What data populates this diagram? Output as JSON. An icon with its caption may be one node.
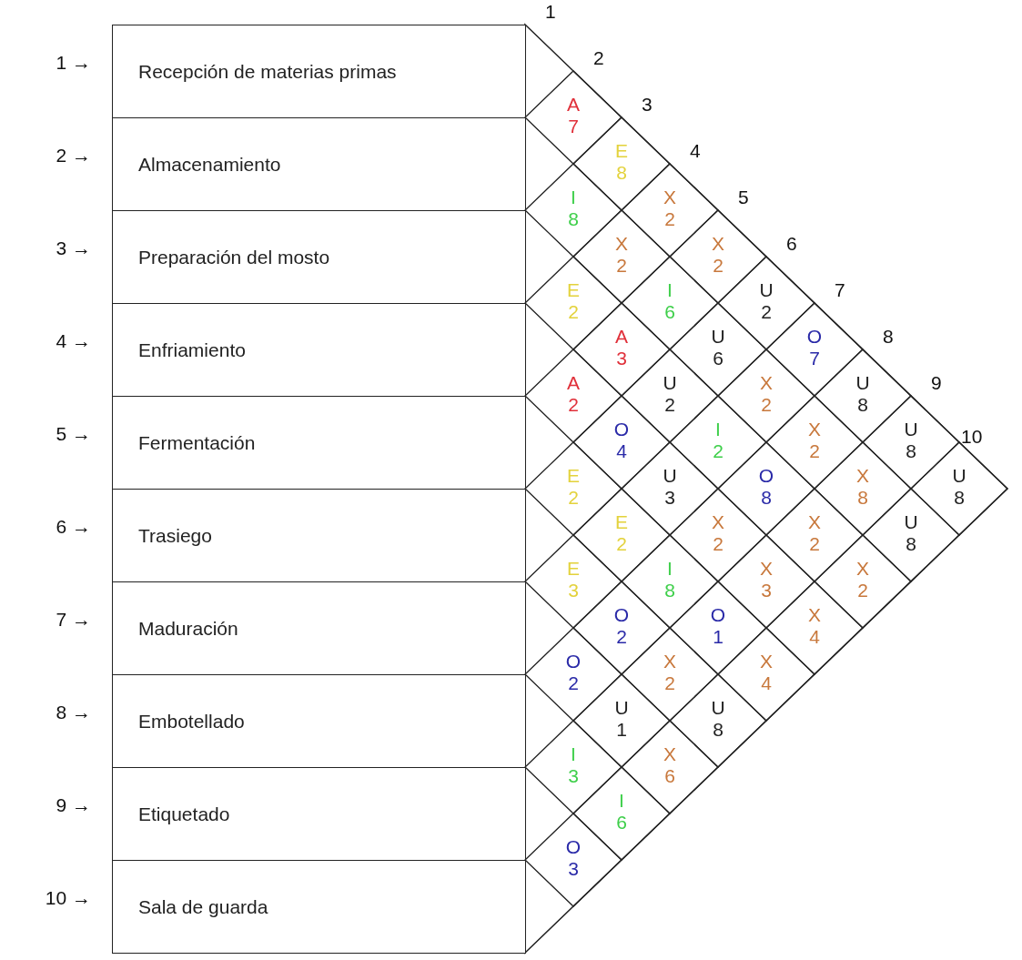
{
  "diagram": {
    "nodes": [
      {
        "text": [
          "Recepción de materias primas"
        ]
      },
      {
        "text": [
          "Almacenamiento"
        ]
      },
      {
        "text": [
          "Preparación del mosto"
        ]
      },
      {
        "text": [
          "Enfriamiento"
        ]
      },
      {
        "text": [
          "Fermentación"
        ]
      },
      {
        "text": [
          "Trasiego"
        ]
      },
      {
        "text": [
          "Maduración"
        ]
      },
      {
        "text": [
          "Embotellado"
        ]
      },
      {
        "text": [
          "Etiquetado"
        ]
      },
      {
        "text": [
          "Sala de guarda"
        ]
      },
      {
        "text": [
          "A",
          "7"
        ]
      },
      {
        "text": [
          "E",
          "8"
        ]
      },
      {
        "text": [
          "X",
          "2"
        ]
      },
      {
        "text": [
          "X",
          "2"
        ]
      },
      {
        "text": [
          "U",
          "2"
        ]
      },
      {
        "text": [
          "O",
          "7"
        ]
      },
      {
        "text": [
          "U",
          "8"
        ]
      },
      {
        "text": [
          "U",
          "8"
        ]
      },
      {
        "text": [
          "U",
          "8"
        ]
      },
      {
        "text": [
          "I",
          "8"
        ]
      },
      {
        "text": [
          "X",
          "2"
        ]
      },
      {
        "text": [
          "I",
          "6"
        ]
      },
      {
        "text": [
          "U",
          "6"
        ]
      },
      {
        "text": [
          "X",
          "2"
        ]
      },
      {
        "text": [
          "X",
          "2"
        ]
      },
      {
        "text": [
          "X",
          "8"
        ]
      },
      {
        "text": [
          "U",
          "8"
        ]
      },
      {
        "text": [
          "E",
          "2"
        ]
      },
      {
        "text": [
          "A",
          "3"
        ]
      },
      {
        "text": [
          "U",
          "2"
        ]
      },
      {
        "text": [
          "I",
          "2"
        ]
      },
      {
        "text": [
          "O",
          "8"
        ]
      },
      {
        "text": [
          "X",
          "2"
        ]
      },
      {
        "text": [
          "X",
          "2"
        ]
      },
      {
        "text": [
          "A",
          "2"
        ]
      },
      {
        "text": [
          "O",
          "4"
        ]
      },
      {
        "text": [
          "U",
          "3"
        ]
      },
      {
        "text": [
          "X",
          "2"
        ]
      },
      {
        "text": [
          "X",
          "3"
        ]
      },
      {
        "text": [
          "X",
          "4"
        ]
      },
      {
        "text": [
          "E",
          "2"
        ]
      },
      {
        "text": [
          "E",
          "2"
        ]
      },
      {
        "text": [
          "I",
          "8"
        ]
      },
      {
        "text": [
          "O",
          "1"
        ]
      },
      {
        "text": [
          "X",
          "4"
        ]
      },
      {
        "text": [
          "E",
          "3"
        ]
      },
      {
        "text": [
          "O",
          "2"
        ]
      },
      {
        "text": [
          "X",
          "2"
        ]
      },
      {
        "text": [
          "U",
          "8"
        ]
      },
      {
        "text": [
          "O",
          "2"
        ]
      },
      {
        "text": [
          "U",
          "1"
        ]
      },
      {
        "text": [
          "X",
          "6"
        ]
      },
      {
        "text": [
          "I",
          "3"
        ]
      },
      {
        "text": [
          "I",
          "6"
        ]
      },
      {
        "text": [
          "O",
          "3"
        ]
      }
    ],
    "labels": [
      "1 →",
      "2 →",
      "3 →",
      "4 →",
      "5 →",
      "6 →",
      "7 →",
      "8 →",
      "9 →",
      "10 →",
      "1",
      "2",
      "3",
      "4",
      "5",
      "6",
      "7",
      "8",
      "9",
      "10"
    ]
  }
}
